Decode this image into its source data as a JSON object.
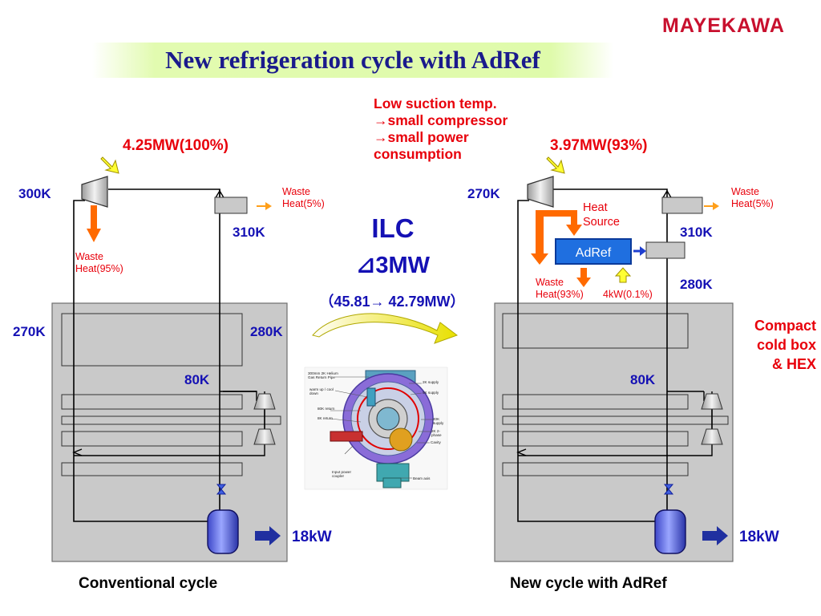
{
  "header": {
    "title": "New refrigeration cycle with AdRef",
    "logo_text": "MAYEKAWA",
    "logo_color": "#c8102e"
  },
  "left": {
    "power": "4.25MW(100%)",
    "temp_top": "300K",
    "temp_310": "310K",
    "temp_270": "270K",
    "temp_280": "280K",
    "temp_80": "80K",
    "waste_heat_small": [
      "Waste",
      "Heat(5%)"
    ],
    "waste_heat_large": [
      "Waste",
      "Heat(95%)"
    ],
    "load": "18kW",
    "caption": "Conventional cycle"
  },
  "center": {
    "note_lines": [
      "Low suction temp.",
      "→small compressor",
      "→small power",
      "consumption"
    ],
    "ilc": "ILC",
    "delta": "⊿3MW",
    "range": "（45.81→ 42.79MW）",
    "module_labels": [
      "300mm 2K Helium Gas Return Pipe",
      "warm up / cool down",
      "80K return",
      "8K return",
      "2K supply",
      "5K supply",
      "40K supply",
      "2K 2-phase",
      "Cavity",
      "Input power coupler",
      "Beam axis"
    ]
  },
  "right": {
    "power": "3.97MW(93%)",
    "temp_top": "270K",
    "temp_310": "310K",
    "temp_280": "280K",
    "temp_80": "80K",
    "heat_source": [
      "Heat",
      "Source"
    ],
    "adref": "AdRef",
    "waste_heat_small": [
      "Waste",
      "Heat(5%)"
    ],
    "waste_heat_mid": [
      "Waste",
      "Heat(93%)"
    ],
    "adref_power": "4kW(0.1%)",
    "compact": [
      "Compact",
      "cold box",
      "& HEX"
    ],
    "load": "18kW",
    "caption": "New cycle with AdRef"
  },
  "colors": {
    "title": "#1a1a8c",
    "label_blue": "#1410b4",
    "label_red": "#e8000b",
    "orange_arrow": "#ff6a00",
    "coldbox": "#c9c9c9",
    "adref_box": "#1f6fe0"
  }
}
